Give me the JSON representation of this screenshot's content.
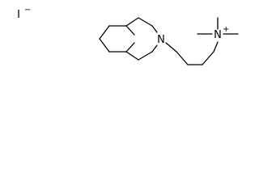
{
  "molecule": {
    "atoms": {
      "iodide": {
        "element": "I",
        "charge": "−"
      },
      "ring_nitrogen": {
        "element": "N"
      },
      "quaternary_nitrogen": {
        "element": "N",
        "charge": "+"
      }
    }
  },
  "colors": {
    "bond": "#000000",
    "label": "#000000",
    "background": "#ffffff"
  }
}
